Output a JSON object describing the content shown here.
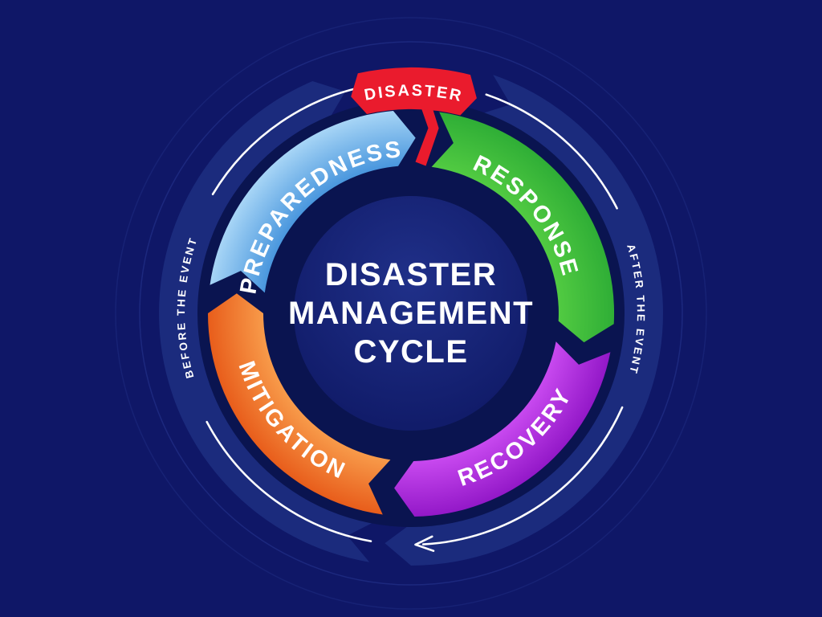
{
  "diagram_title": "DISASTER MANAGEMENT CYCLE",
  "center": {
    "line1": "DISASTER",
    "line2": "MANAGEMENT",
    "line3": "CYCLE"
  },
  "banner": {
    "label": "DISASTER",
    "color": "#ea1b2d"
  },
  "segments": [
    {
      "id": "preparedness",
      "label": "PREPAREDNESS",
      "color_inner": "#4795dd",
      "color_outer": "#a7d5f6"
    },
    {
      "id": "response",
      "label": "RESPONSE",
      "color_inner": "#52cb42",
      "color_outer": "#2fae36"
    },
    {
      "id": "recovery",
      "label": "RECOVERY",
      "color_inner": "#c94af0",
      "color_outer": "#9318c8"
    },
    {
      "id": "mitigation",
      "label": "MITIGATION",
      "color_inner": "#f89c4b",
      "color_outer": "#e85d1b"
    }
  ],
  "outer_ring": {
    "left_label": "BEFORE THE EVENT",
    "right_label": "AFTER THE EVENT",
    "band_color": "#1b2b7d",
    "arrow_color": "#ffffff"
  },
  "colors": {
    "background": "#0f1767",
    "wheel_border": "#0a1450",
    "center_inner": "#203089",
    "center_outer": "#111c6a",
    "faint_ring": "#2a3a96",
    "text": "#ffffff"
  },
  "flow_direction": "clockwise"
}
